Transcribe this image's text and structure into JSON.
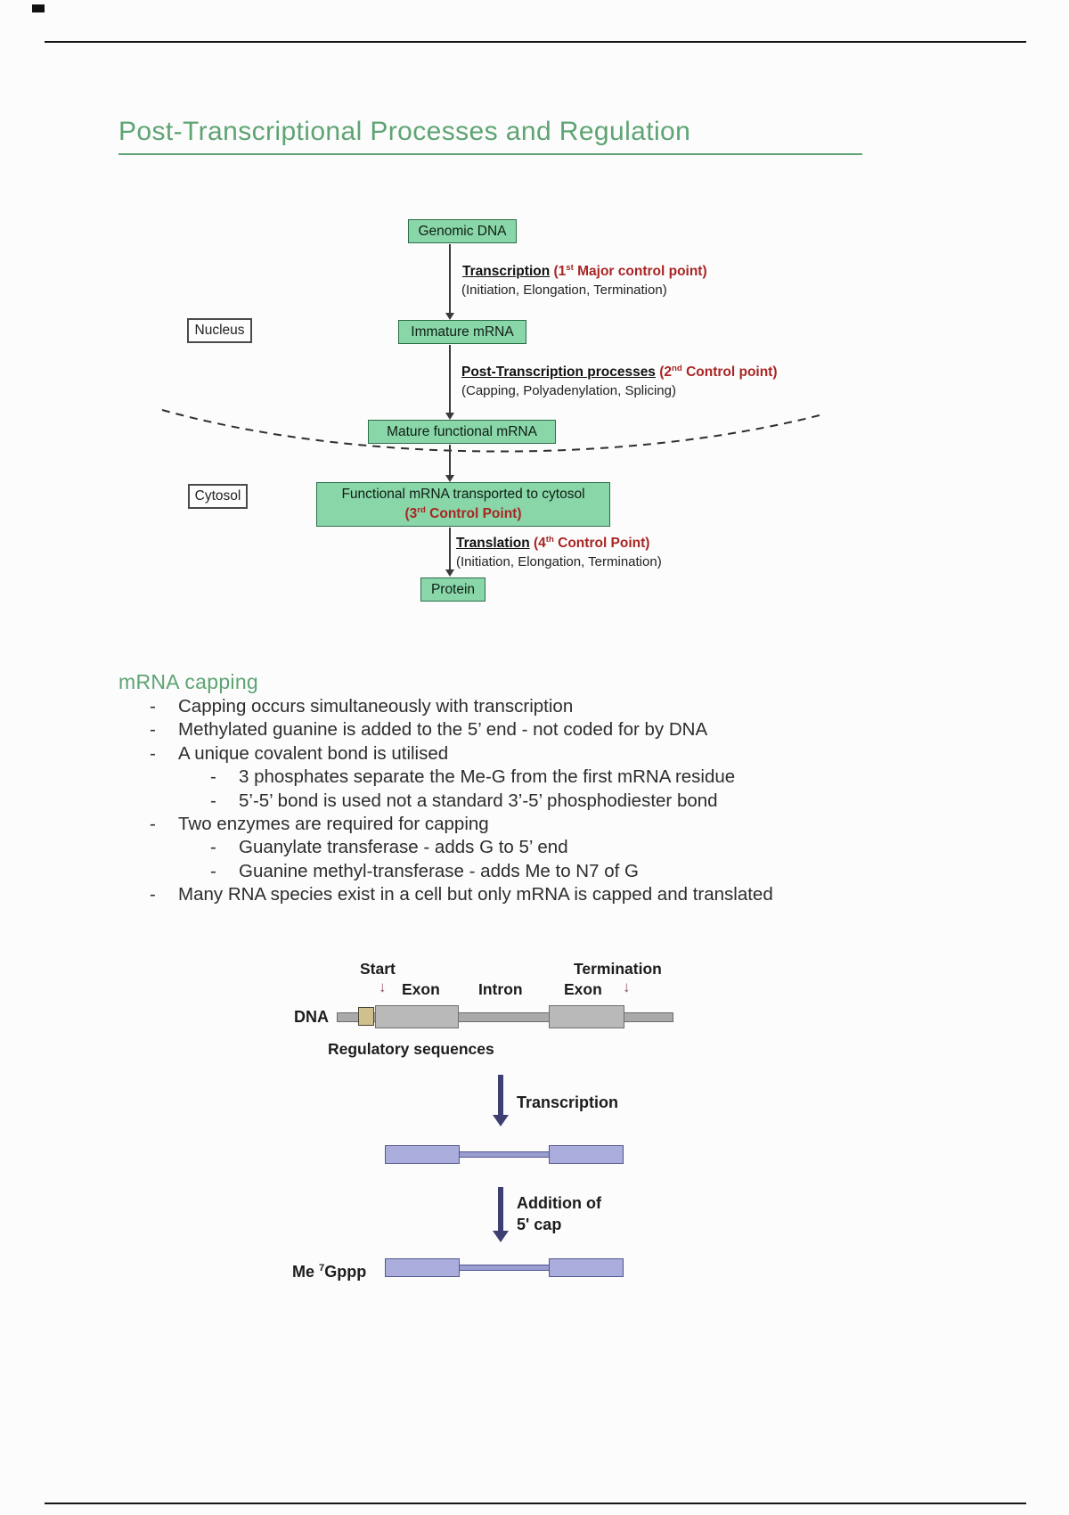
{
  "colors": {
    "accent_green": "#5ea473",
    "flow_box_green": "#89d6a8",
    "flow_box_border": "#2c6e4b",
    "control_point_red": "#a92525",
    "dna_gray": "#b9b9b9",
    "rna_purple": "#abaedd",
    "big_arrow_navy": "#3c3f70",
    "mini_arrow_maroon": "#8d4b6b"
  },
  "page": {
    "title": "Post-Transcriptional Processes and Regulation"
  },
  "flowchart": {
    "nucleus_label": "Nucleus",
    "cytosol_label": "Cytosol",
    "boxes": {
      "genomic_dna": "Genomic DNA",
      "immature_mrna": "Immature mRNA",
      "mature_mrna": "Mature functional mRNA",
      "functional_line1": "Functional mRNA transported to cytosol",
      "functional_line2_pre": "(3",
      "functional_line2_sup": "rd",
      "functional_line2_post": " Control Point)",
      "protein": "Protein"
    },
    "steps": {
      "transcription": {
        "name": "Transcription",
        "red_pre": " (1",
        "red_sup": "st",
        "red_post": " Major control point)",
        "sub": "(Initiation, Elongation, Termination)"
      },
      "post_transcription": {
        "name": "Post-Transcription processes",
        "red_pre": " (2",
        "red_sup": "nd",
        "red_post": " Control point)",
        "sub": "(Capping, Polyadenylation, Splicing)"
      },
      "translation": {
        "name": "Translation",
        "red_pre": " (4",
        "red_sup": "th",
        "red_post": " Control Point)",
        "sub": "(Initiation, Elongation, Termination)"
      }
    }
  },
  "capping": {
    "heading": "mRNA capping",
    "dash": "-",
    "bullets": [
      {
        "text": "Capping occurs simultaneously with transcription"
      },
      {
        "text": "Methylated guanine is added to the 5’ end - not coded for by DNA"
      },
      {
        "text": "A unique covalent bond is utilised"
      },
      {
        "text": "3 phosphates separate the Me-G from the first mRNA residue"
      },
      {
        "text": "5’-5’ bond is used not a standard 3’-5’ phosphodiester bond"
      },
      {
        "text": "Two enzymes are required for capping"
      },
      {
        "text": "Guanylate transferase - adds G to 5’ end"
      },
      {
        "text": "Guanine methyl-transferase - adds Me to N7 of G"
      },
      {
        "text": "Many RNA species exist in a cell but only mRNA is capped and translated"
      }
    ]
  },
  "gene_diagram": {
    "start_label": "Start",
    "termination_label": "Termination",
    "exon_label_1": "Exon",
    "intron_label": "Intron",
    "exon_label_2": "Exon",
    "dna_label": "DNA",
    "regulatory_label": "Regulatory sequences",
    "transcription_label": "Transcription",
    "cap_label_line1": "Addition of",
    "cap_label_line2": "5' cap",
    "cap_molecule_pre": "Me ",
    "cap_molecule_sup": "7",
    "cap_molecule_post": "Gppp"
  },
  "icons": {
    "down_arrow": "↓"
  }
}
